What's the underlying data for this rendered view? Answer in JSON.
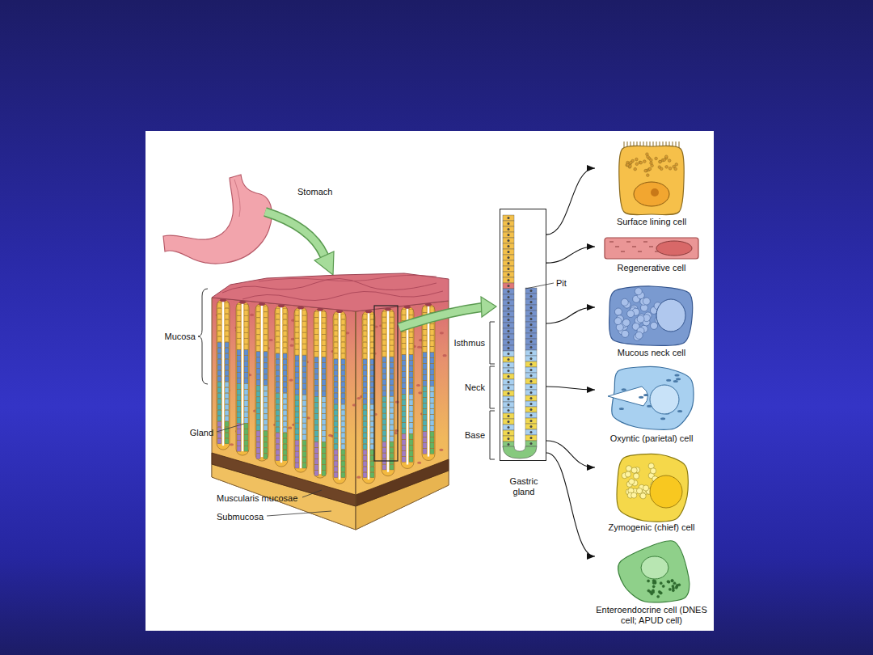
{
  "diagram": {
    "nodes": [
      {
        "text": [
          "Gastric gland"
        ]
      },
      {
        "text": [
          "Surface lining cell"
        ]
      },
      {
        "text": [
          "Regenerative cell"
        ]
      },
      {
        "text": [
          "Mucous neck cell"
        ]
      },
      {
        "text": [
          "Oxyntic (parietal) cell"
        ]
      },
      {
        "text": [
          "Zymogenic (chief) cell"
        ]
      },
      {
        "text": [
          "Enteroendocrine cell (DNES cell; APUD cell)"
        ]
      }
    ],
    "edges": [
      {
        "from": 0,
        "to": 1,
        "arrow": "to"
      },
      {
        "from": 0,
        "to": 2,
        "arrow": "to"
      },
      {
        "from": 0,
        "to": 3,
        "arrow": "to"
      },
      {
        "from": 0,
        "to": 4,
        "arrow": "to"
      },
      {
        "from": 0,
        "to": 5,
        "arrow": "to"
      },
      {
        "from": 0,
        "to": 6,
        "arrow": "to"
      }
    ],
    "labels": [
      "Stomach",
      "Mucosa",
      "Gland",
      "Muscularis mucosae",
      "Submucosa",
      "Pit",
      "Isthmus",
      "Neck",
      "Base"
    ]
  }
}
